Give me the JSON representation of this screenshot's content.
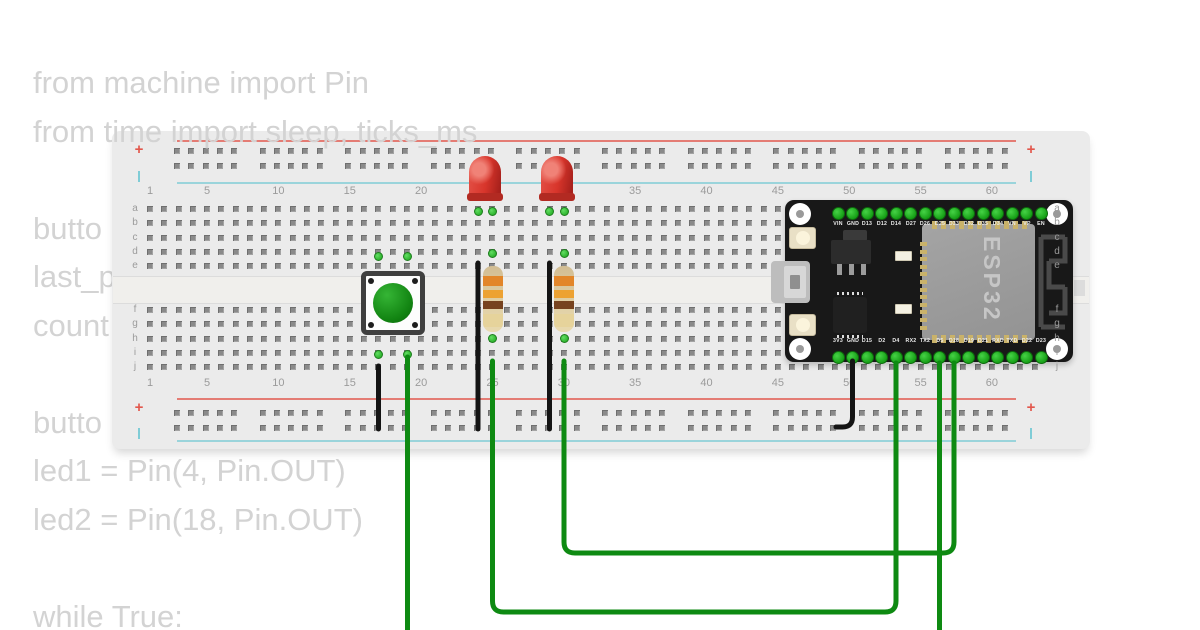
{
  "code": {
    "lines": [
      "from machine import Pin",
      "from time import sleep, ticks_ms",
      "",
      "butto",
      "last_p",
      "count",
      "",
      "butto",
      "led1 = Pin(4, Pin.OUT)",
      "led2 = Pin(18, Pin.OUT)",
      "",
      "while True:"
    ]
  },
  "breadboard": {
    "column_numbers": [
      "1",
      "5",
      "10",
      "15",
      "20",
      "25",
      "30",
      "35",
      "40",
      "45",
      "50",
      "55",
      "60"
    ],
    "row_letters_top": [
      "a",
      "b",
      "c",
      "d",
      "e"
    ],
    "row_letters_bottom": [
      "f",
      "g",
      "h",
      "i",
      "j"
    ],
    "rail_plus": "+",
    "rail_minus": "-",
    "total_columns": 63
  },
  "esp32": {
    "top_pin_labels": [
      "VIN",
      "GND",
      "D13",
      "D12",
      "D14",
      "D27",
      "D26",
      "D25",
      "D33",
      "D32",
      "D35",
      "D34",
      "VN",
      "VP",
      "EN"
    ],
    "bottom_pin_labels": [
      "3V3",
      "GND",
      "D15",
      "D2",
      "D4",
      "RX2",
      "TX2",
      "D5",
      "D18",
      "D19",
      "D21",
      "RXD",
      "TXD",
      "D22",
      "D23"
    ],
    "module_label": "ESP32"
  },
  "components": {
    "pushbutton": {
      "cap_color": "#128412"
    },
    "leds": [
      {
        "name": "led1",
        "color": "#d8352b"
      },
      {
        "name": "led2",
        "color": "#d8352b"
      }
    ],
    "resistors": [
      {
        "band_colors": [
          "#e2862a",
          "#eda232",
          "#77431f",
          "#e6d39b"
        ]
      },
      {
        "band_colors": [
          "#e2862a",
          "#eda232",
          "#77431f",
          "#e6d39b"
        ]
      }
    ]
  },
  "colors": {
    "wire_green": "#0e8a12",
    "wire_black": "#141414",
    "rail_red": "#e2574c",
    "rail_blue": "#7fccd6",
    "board_bg": "#ebebeb",
    "pcb_black": "#181818",
    "module_gray": "#9b9b9b",
    "code_text": "#d3d3d3",
    "led_red": "#d8352b"
  }
}
